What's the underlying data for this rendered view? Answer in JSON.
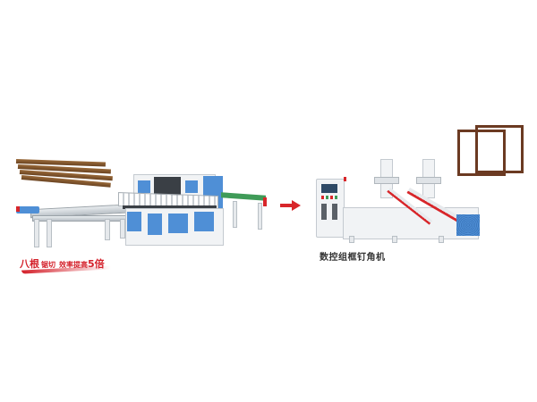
{
  "left_machine": {
    "name": "eight-saw-cutting-machine",
    "slogan": {
      "part1": "八根",
      "part2": "锯切",
      "part3": "效率提高",
      "highlight": "5倍"
    }
  },
  "arrow": {
    "direction": "right",
    "color": "#d8262a"
  },
  "right_machine": {
    "caption": "数控组框钉角机"
  },
  "frame_sample": {
    "color": "#6b3a22"
  },
  "colors": {
    "accent_red": "#d4202a",
    "machine_blue": "#4f8fd6",
    "conveyor_green": "#3f9b58",
    "wood_brown": "#7a4d28"
  }
}
